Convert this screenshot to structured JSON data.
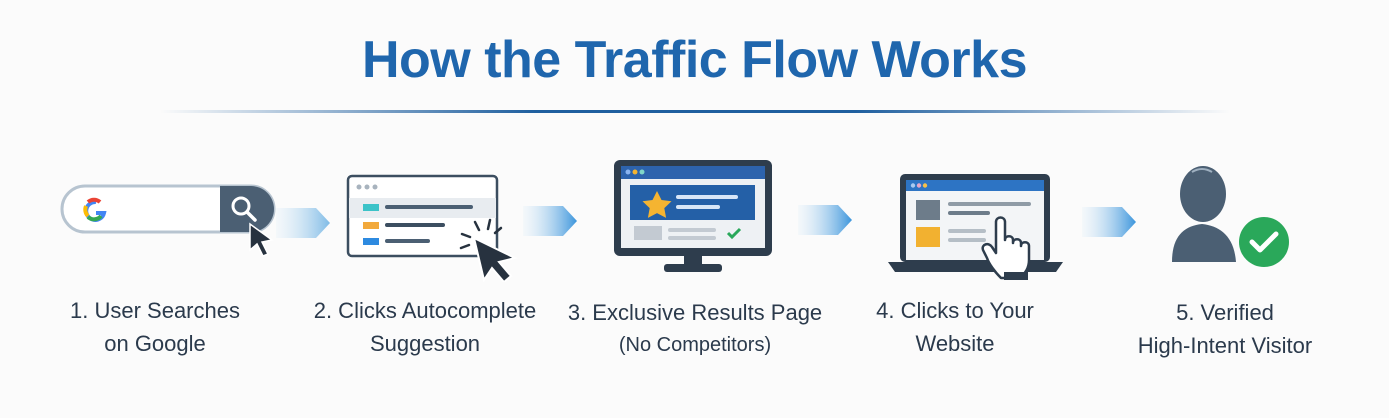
{
  "title": "How the Traffic Flow Works",
  "steps": [
    {
      "number": "1.",
      "line1": "1. User Searches",
      "line2": "on Google",
      "icon": "google-search-bar-icon"
    },
    {
      "number": "2.",
      "line1": "2. Clicks Autocomplete",
      "line2": "Suggestion",
      "icon": "autocomplete-dropdown-icon"
    },
    {
      "number": "3.",
      "line1": "3. Exclusive Results Page",
      "line2": "(No Competitors)",
      "icon": "monitor-results-icon"
    },
    {
      "number": "4.",
      "line1": "4. Clicks to Your",
      "line2": "Website",
      "icon": "laptop-click-icon"
    },
    {
      "number": "5.",
      "line1": "5. Verified",
      "line2": "High-Intent Visitor",
      "icon": "verified-user-icon"
    }
  ],
  "colors": {
    "title": "#1f66ad",
    "dark": "#3c4e60",
    "blue": "#2d74c4",
    "star": "#f5b431",
    "green": "#2aa85a",
    "teal": "#3cc3c8",
    "orange": "#f2a93b"
  }
}
